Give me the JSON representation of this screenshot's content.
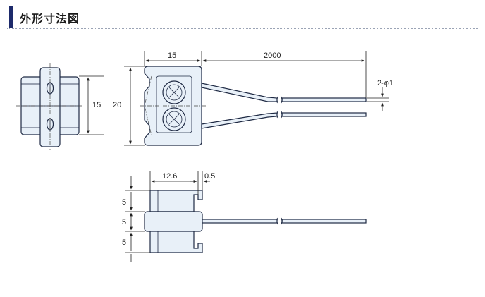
{
  "header": {
    "title": "外形寸法図"
  },
  "dimensions": {
    "body_width": "15",
    "cable_length": "2000",
    "cable_dia": "2-φ1",
    "side_height": "15",
    "front_height": "20",
    "bottom_width": "12.6",
    "gap": "0.5",
    "seg_top": "5",
    "seg_mid": "5",
    "seg_bot": "5"
  },
  "colors": {
    "fill": "#e8f0f8",
    "stroke": "#1f2a44",
    "header_bar": "#1d2a6b"
  }
}
